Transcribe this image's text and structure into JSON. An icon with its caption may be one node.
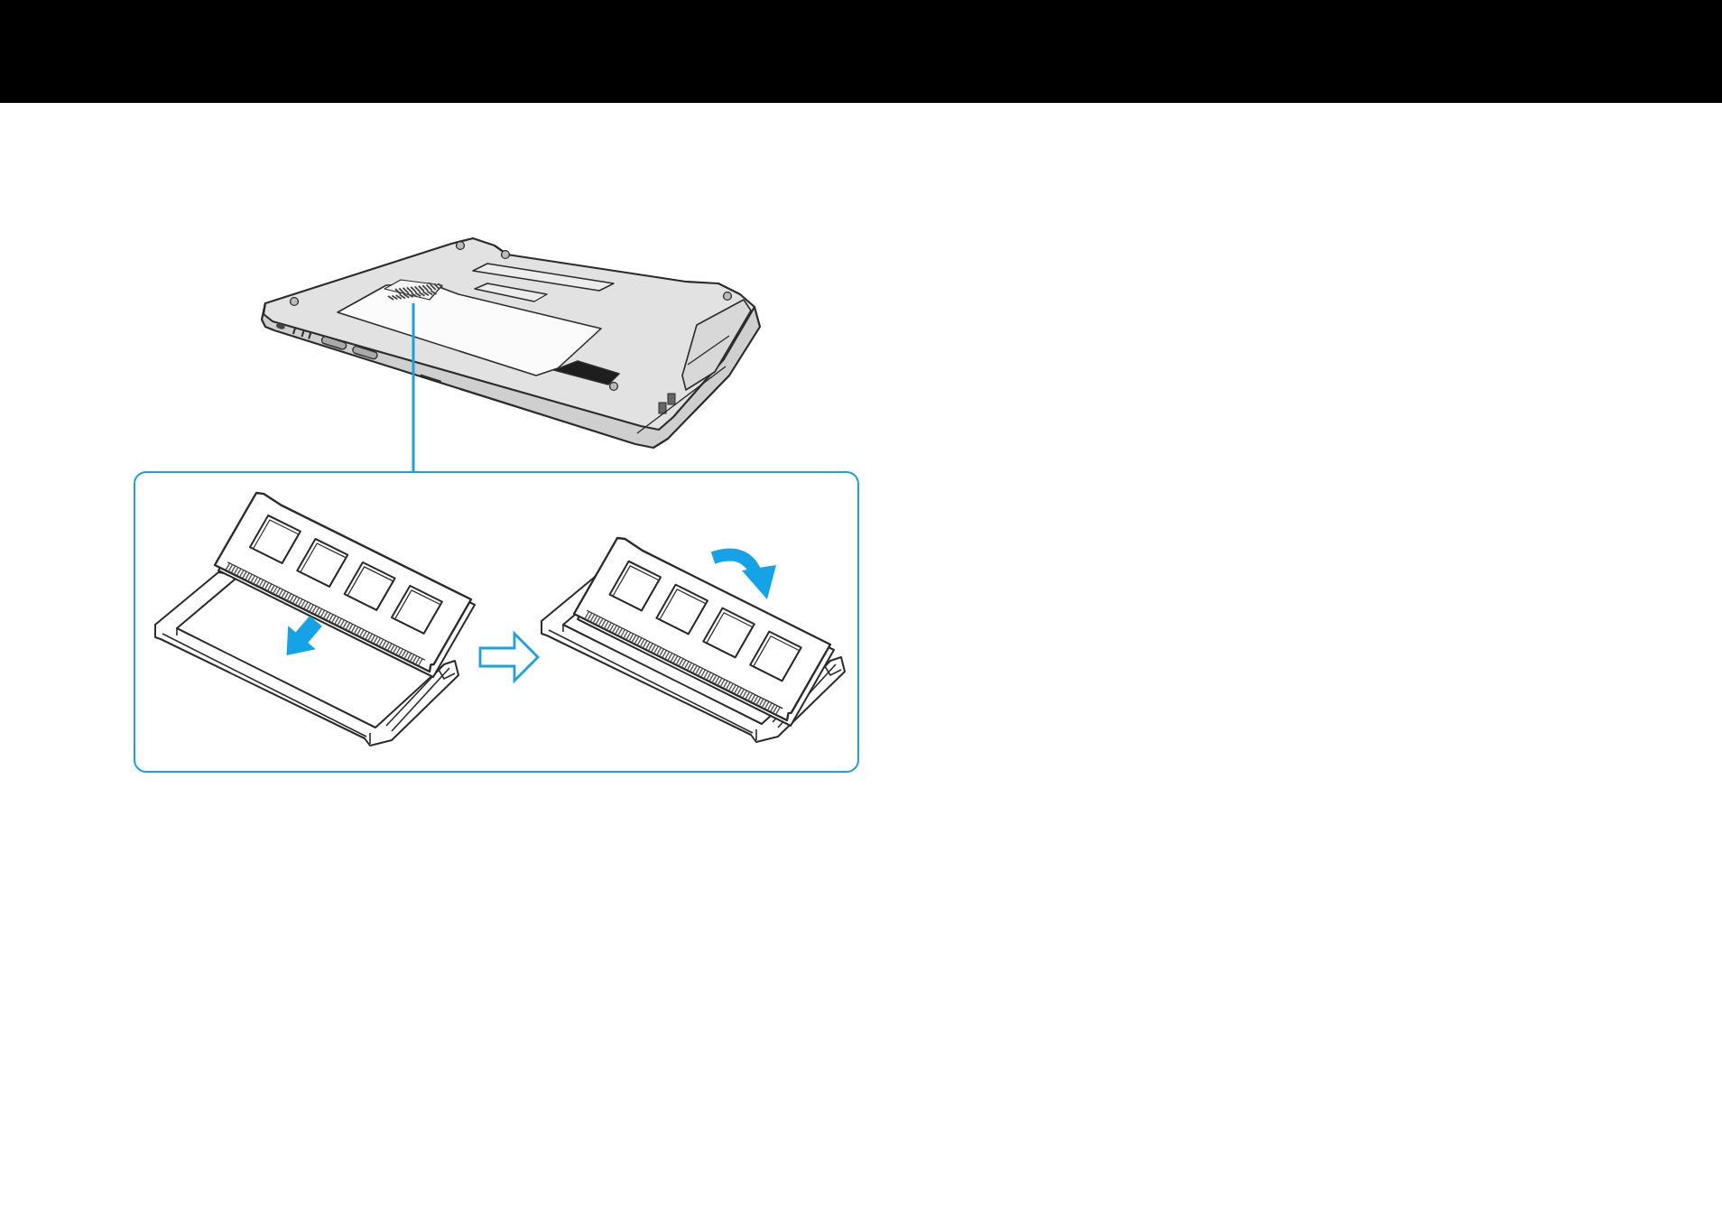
{
  "diagram": {
    "nodes": [
      {
        "text": [],
        "shape": "picture"
      },
      {
        "text": [],
        "shape": "picture",
        "in": 0
      },
      {
        "text": [],
        "shape": "box"
      },
      {
        "text": [],
        "shape": "picture",
        "in": 2
      },
      {
        "text": [],
        "shape": "picture",
        "in": 2
      }
    ],
    "edges": [
      {
        "from": 1,
        "to": 2,
        "arrow": "none"
      },
      {
        "from": 3,
        "to": 4,
        "arrow": "to",
        "style": "thick"
      }
    ]
  }
}
